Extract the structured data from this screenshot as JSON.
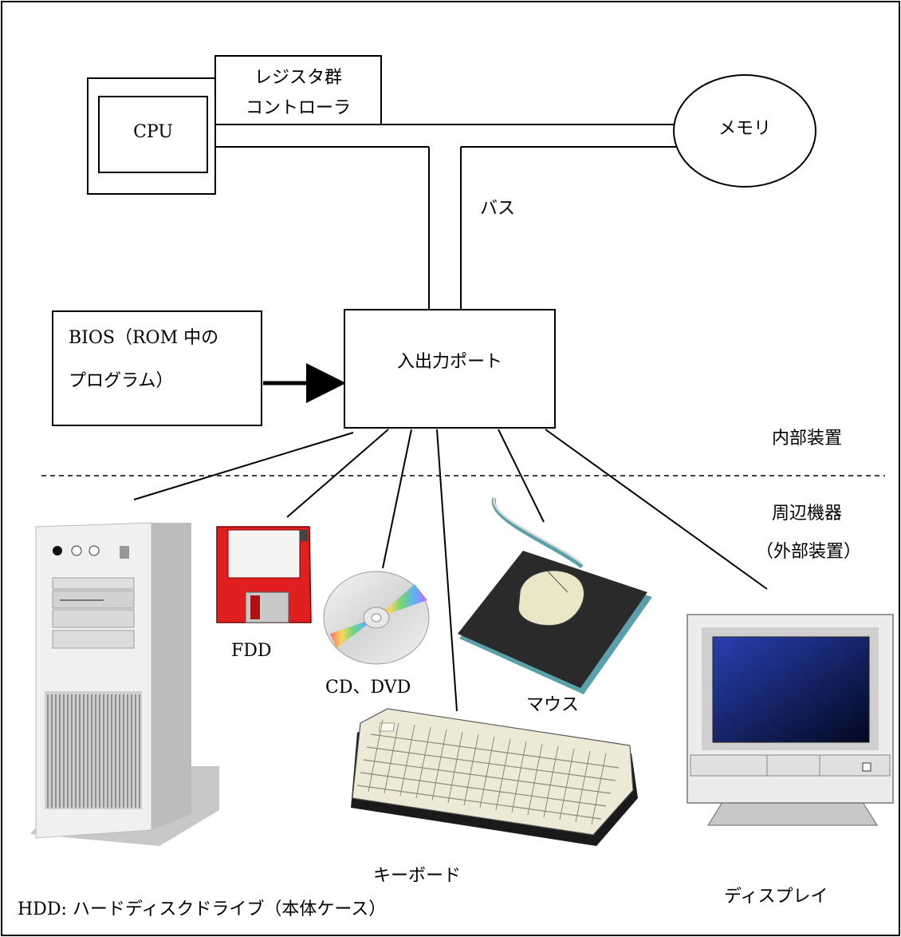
{
  "labels": {
    "registers_line1": "レジスタ群",
    "registers_line2": "コントローラ",
    "cpu": "CPU",
    "memory": "メモリ",
    "bus": "バス",
    "bios_line1": "BIOS（ROM 中の",
    "bios_line2": "プログラム）",
    "io_port": "入出力ポート",
    "internal": "内部装置",
    "peripheral_line1": "周辺機器",
    "peripheral_line2": "（外部装置）",
    "fdd": "FDD",
    "cd_dvd": "CD、DVD",
    "mouse": "マウス",
    "keyboard": "キーボード",
    "display": "ディスプレイ",
    "hdd": "HDD: ハードディスクドライブ（本体ケース）"
  },
  "colors": {
    "line": "#000000",
    "floppy_red": "#e02020",
    "monitor_screen": "#0a1a5e",
    "keyboard_body": "#ece9d6",
    "mousepad": "#2a2a2a",
    "tower_body": "#e6e6e6"
  }
}
